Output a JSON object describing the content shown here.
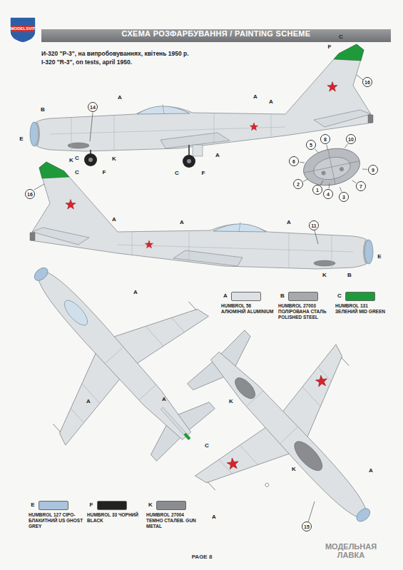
{
  "diagram": {
    "title": "СХЕМА РОЗФАРБУВАННЯ / PAINTING SCHEME",
    "labels": [
      "MODELSVIT",
      "И-320 \"Р-3\", на випробовуваннях, квітень 1950 р.",
      "I-320 \"R-3\", on tests, april 1950.",
      "14",
      "A",
      "C",
      "F",
      "16",
      "A",
      "A",
      "B",
      "E",
      "K",
      "K",
      "A",
      "C",
      "F",
      "C",
      "F",
      "1",
      "2",
      "3",
      "4",
      "5",
      "6",
      "7",
      "8",
      "9",
      "10",
      "C",
      "16",
      "A",
      "A",
      "A",
      "11",
      "K",
      "B",
      "E",
      "A",
      "A",
      "A",
      "C",
      "K",
      "K",
      "A",
      "A",
      "15",
      "A",
      "B",
      "C",
      "E",
      "F",
      "K",
      "PAGE 8",
      "МОДЕЛЬНАЯ ЛАВКА"
    ],
    "legend": [
      {
        "text": "HUMBROL 56 АЛЮМІНІЙ ALUMINIUM",
        "color": "#dde1e4"
      },
      {
        "text": "HUMBROL 27003 ПОЛІРОВАНА СТАЛЬ POLISHED STEEL",
        "color": "#a7a9ac"
      },
      {
        "text": "HUMBROL 131 ЗЕЛЕНИЙ MID GREEN",
        "color": "#1f9a3a"
      },
      {
        "text": "HUMBROL 127 СІРО-БЛАКИТНИЙ US GHOST GREY",
        "color": "#a9c4dc"
      },
      {
        "text": "HUMBROL 33 ЧОРНИЙ BLACK",
        "color": "#222222"
      },
      {
        "text": "HUMBROL 27004 ТЕМНО СТАЛЕВ. GUN METAL",
        "color": "#8a8c8f"
      }
    ]
  }
}
